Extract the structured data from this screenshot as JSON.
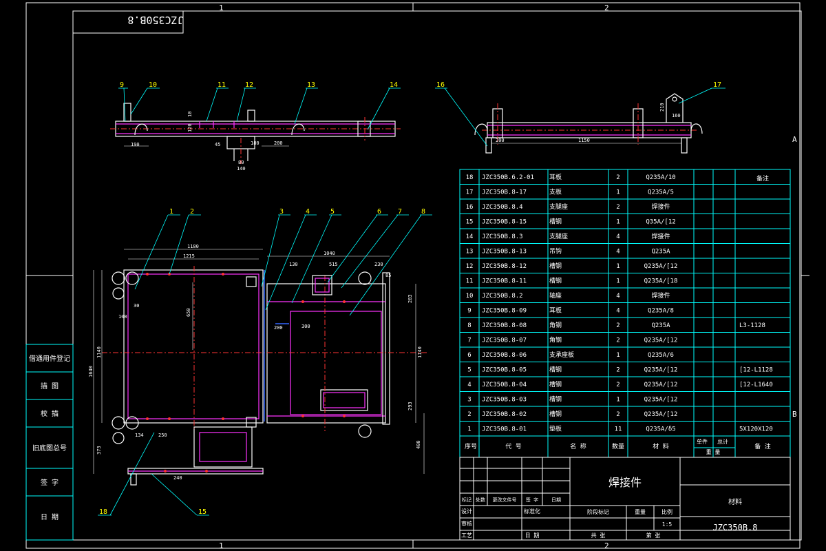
{
  "drawing": {
    "top_zone_1": "1",
    "top_zone_2": "2",
    "bottom_zone_1": "1",
    "bottom_zone_2": "2",
    "side_zone_a": "A",
    "side_zone_b": "B",
    "stamp_box": "JZC350B.8"
  },
  "left_strip": [
    "借通用件登记",
    "描 图",
    "校 描",
    "旧底图总号",
    "签 字",
    "日 期"
  ],
  "balloons_top": [
    "9",
    "10",
    "11",
    "12",
    "13",
    "14",
    "16",
    "17"
  ],
  "balloons_plan": [
    "1",
    "2",
    "3",
    "4",
    "5",
    "6",
    "7",
    "8"
  ],
  "balloons_bottom": [
    "18",
    "15"
  ],
  "dims": {
    "d190": "190",
    "d10": "10",
    "d120": "120",
    "d45": "45",
    "d180": "180",
    "d200": "200",
    "d80": "80",
    "d140": "140",
    "d210": "210",
    "d160": "160",
    "d200b": "200",
    "d1150": "1150",
    "d1180": "1180",
    "d1215": "1215",
    "d1040": "1040",
    "d130": "130",
    "d515": "515",
    "d230": "230",
    "d85": "85",
    "d100": "100",
    "d30": "30",
    "d650": "650",
    "d200c": "200",
    "d300": "300",
    "d1140l": "1140",
    "d1640": "1640",
    "d1140r": "1140",
    "d283": "283",
    "d293": "293",
    "d373": "373",
    "d400": "400",
    "d250": "250",
    "d134": "134",
    "d240": "240"
  },
  "bom": {
    "rows": [
      {
        "no": "18",
        "code": "JZC350B.6.2-01",
        "name": "耳板",
        "qty": "2",
        "mat": "Q235A/10",
        "note": ""
      },
      {
        "no": "17",
        "code": "JZC350B.8-17",
        "name": "支板",
        "qty": "1",
        "mat": "Q235A/5",
        "note": ""
      },
      {
        "no": "16",
        "code": "JZC350B.8.4",
        "name": "支腿座",
        "qty": "2",
        "mat": "焊接件",
        "note": ""
      },
      {
        "no": "15",
        "code": "JZC350B.8-15",
        "name": "槽钢",
        "qty": "1",
        "mat": "Q35A/[12",
        "note": ""
      },
      {
        "no": "14",
        "code": "JZC350B.8.3",
        "name": "支腿座",
        "qty": "4",
        "mat": "焊接件",
        "note": ""
      },
      {
        "no": "13",
        "code": "JZC350B.8-13",
        "name": "吊钩",
        "qty": "4",
        "mat": "Q235A",
        "note": ""
      },
      {
        "no": "12",
        "code": "JZC350B.8-12",
        "name": "槽钢",
        "qty": "1",
        "mat": "Q235A/[12",
        "note": ""
      },
      {
        "no": "11",
        "code": "JZC350B.8-11",
        "name": "槽钢",
        "qty": "1",
        "mat": "Q235A/[18",
        "note": ""
      },
      {
        "no": "10",
        "code": "JZC350B.8.2",
        "name": "轴座",
        "qty": "4",
        "mat": "焊接件",
        "note": ""
      },
      {
        "no": "9",
        "code": "JZC350B.8-09",
        "name": "耳板",
        "qty": "4",
        "mat": "Q235A/8",
        "note": ""
      },
      {
        "no": "8",
        "code": "JZC350B.8-08",
        "name": "角钢",
        "qty": "2",
        "mat": "Q235A",
        "note": "L3-1128"
      },
      {
        "no": "7",
        "code": "JZC350B.8-07",
        "name": "角钢",
        "qty": "2",
        "mat": "Q235A/[12",
        "note": ""
      },
      {
        "no": "6",
        "code": "JZC350B.8-06",
        "name": "支承座板",
        "qty": "1",
        "mat": "Q235A/6",
        "note": ""
      },
      {
        "no": "5",
        "code": "JZC350B.8-05",
        "name": "槽钢",
        "qty": "2",
        "mat": "Q235A/[12",
        "note": "[12-L1128"
      },
      {
        "no": "4",
        "code": "JZC350B.8-04",
        "name": "槽钢",
        "qty": "2",
        "mat": "Q235A/[12",
        "note": "[12-L1640"
      },
      {
        "no": "3",
        "code": "JZC350B.8-03",
        "name": "槽钢",
        "qty": "1",
        "mat": "Q235A/[12",
        "note": ""
      },
      {
        "no": "2",
        "code": "JZC350B.8-02",
        "name": "槽钢",
        "qty": "2",
        "mat": "Q235A/[12",
        "note": ""
      },
      {
        "no": "1",
        "code": "JZC350B.8-01",
        "name": "垫板",
        "qty": "11",
        "mat": "Q235A/δ5",
        "note": "5X120X120"
      }
    ],
    "right_header": "备注",
    "header": {
      "no": "序号",
      "code": "代 号",
      "name": "名 称",
      "qty": "数量",
      "mat": "材 料",
      "unit_single": "单件",
      "unit_total": "总计",
      "weight": "重 量",
      "note": "备 注"
    }
  },
  "title_block": {
    "part_name": "焊接件",
    "material_label": "材料",
    "drawing_no": "JZC350B.8",
    "rev_row": [
      "标记",
      "处数",
      "更改文件号",
      "签 字",
      "日期"
    ],
    "design": "设计",
    "standard": "标准化",
    "check": "审核",
    "process": "工艺",
    "date": "日 期",
    "stage": "阶段标记",
    "weight": "重量",
    "scale": "比例",
    "scale_value": "1:5",
    "sheets": "共 张",
    "sheet_no": "第 张"
  }
}
